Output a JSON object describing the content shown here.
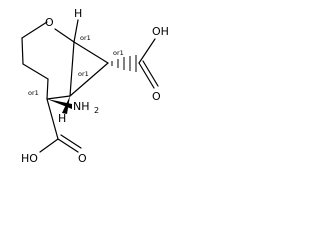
{
  "molecule": {
    "atoms": {
      "ring_oxygen": "O",
      "bridge_h_top": "H",
      "bridge_h_mid": "H",
      "amine": "NH",
      "amine_subscript": "2",
      "acid_right_oh": "OH",
      "acid_right_o": "O",
      "acid_left_ho": "HO",
      "acid_left_o": "O"
    },
    "stereo_labels": {
      "c_bridge_top": "or1",
      "c_cyclopropane_right": "or1",
      "c_bridge_bottom": "or1",
      "c_quaternary": "or1"
    }
  }
}
